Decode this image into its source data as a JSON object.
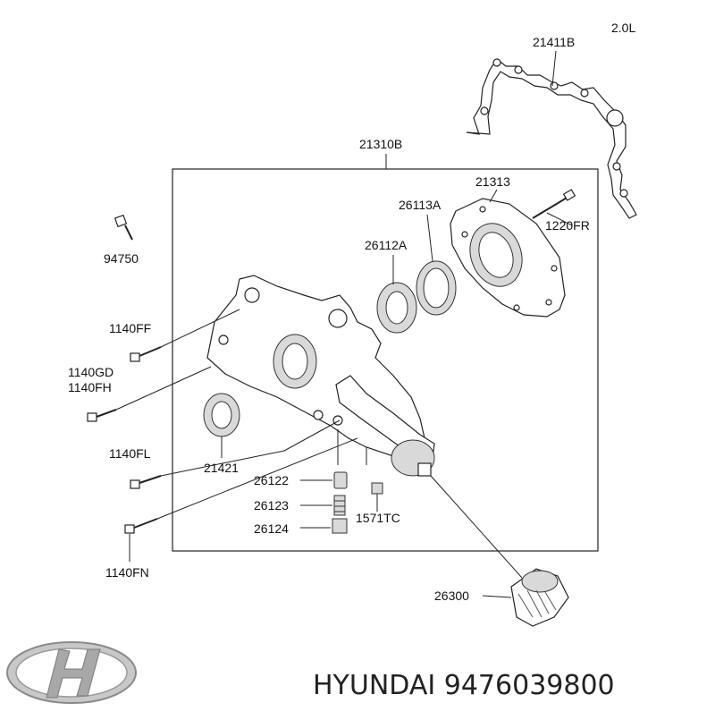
{
  "labels": {
    "engine": "2.0L",
    "p21411B": "21411B",
    "p21310B": "21310B",
    "p21313": "21313",
    "p26113A": "26113A",
    "p1220FR": "1220FR",
    "p26112A": "26112A",
    "p94750": "94750",
    "p1140FF": "1140FF",
    "p1140GD": "1140GD",
    "p1140FH": "1140FH",
    "p1140FL": "1140FL",
    "p21421": "21421",
    "p26122": "26122",
    "p26123": "26123",
    "p26124": "26124",
    "p1571TC": "1571TC",
    "p1140FN": "1140FN",
    "p26300": "26300"
  },
  "footer": {
    "brand_part": "HYUNDAI 9476039800"
  },
  "icons": {
    "logo": "hyundai-logo-icon"
  }
}
